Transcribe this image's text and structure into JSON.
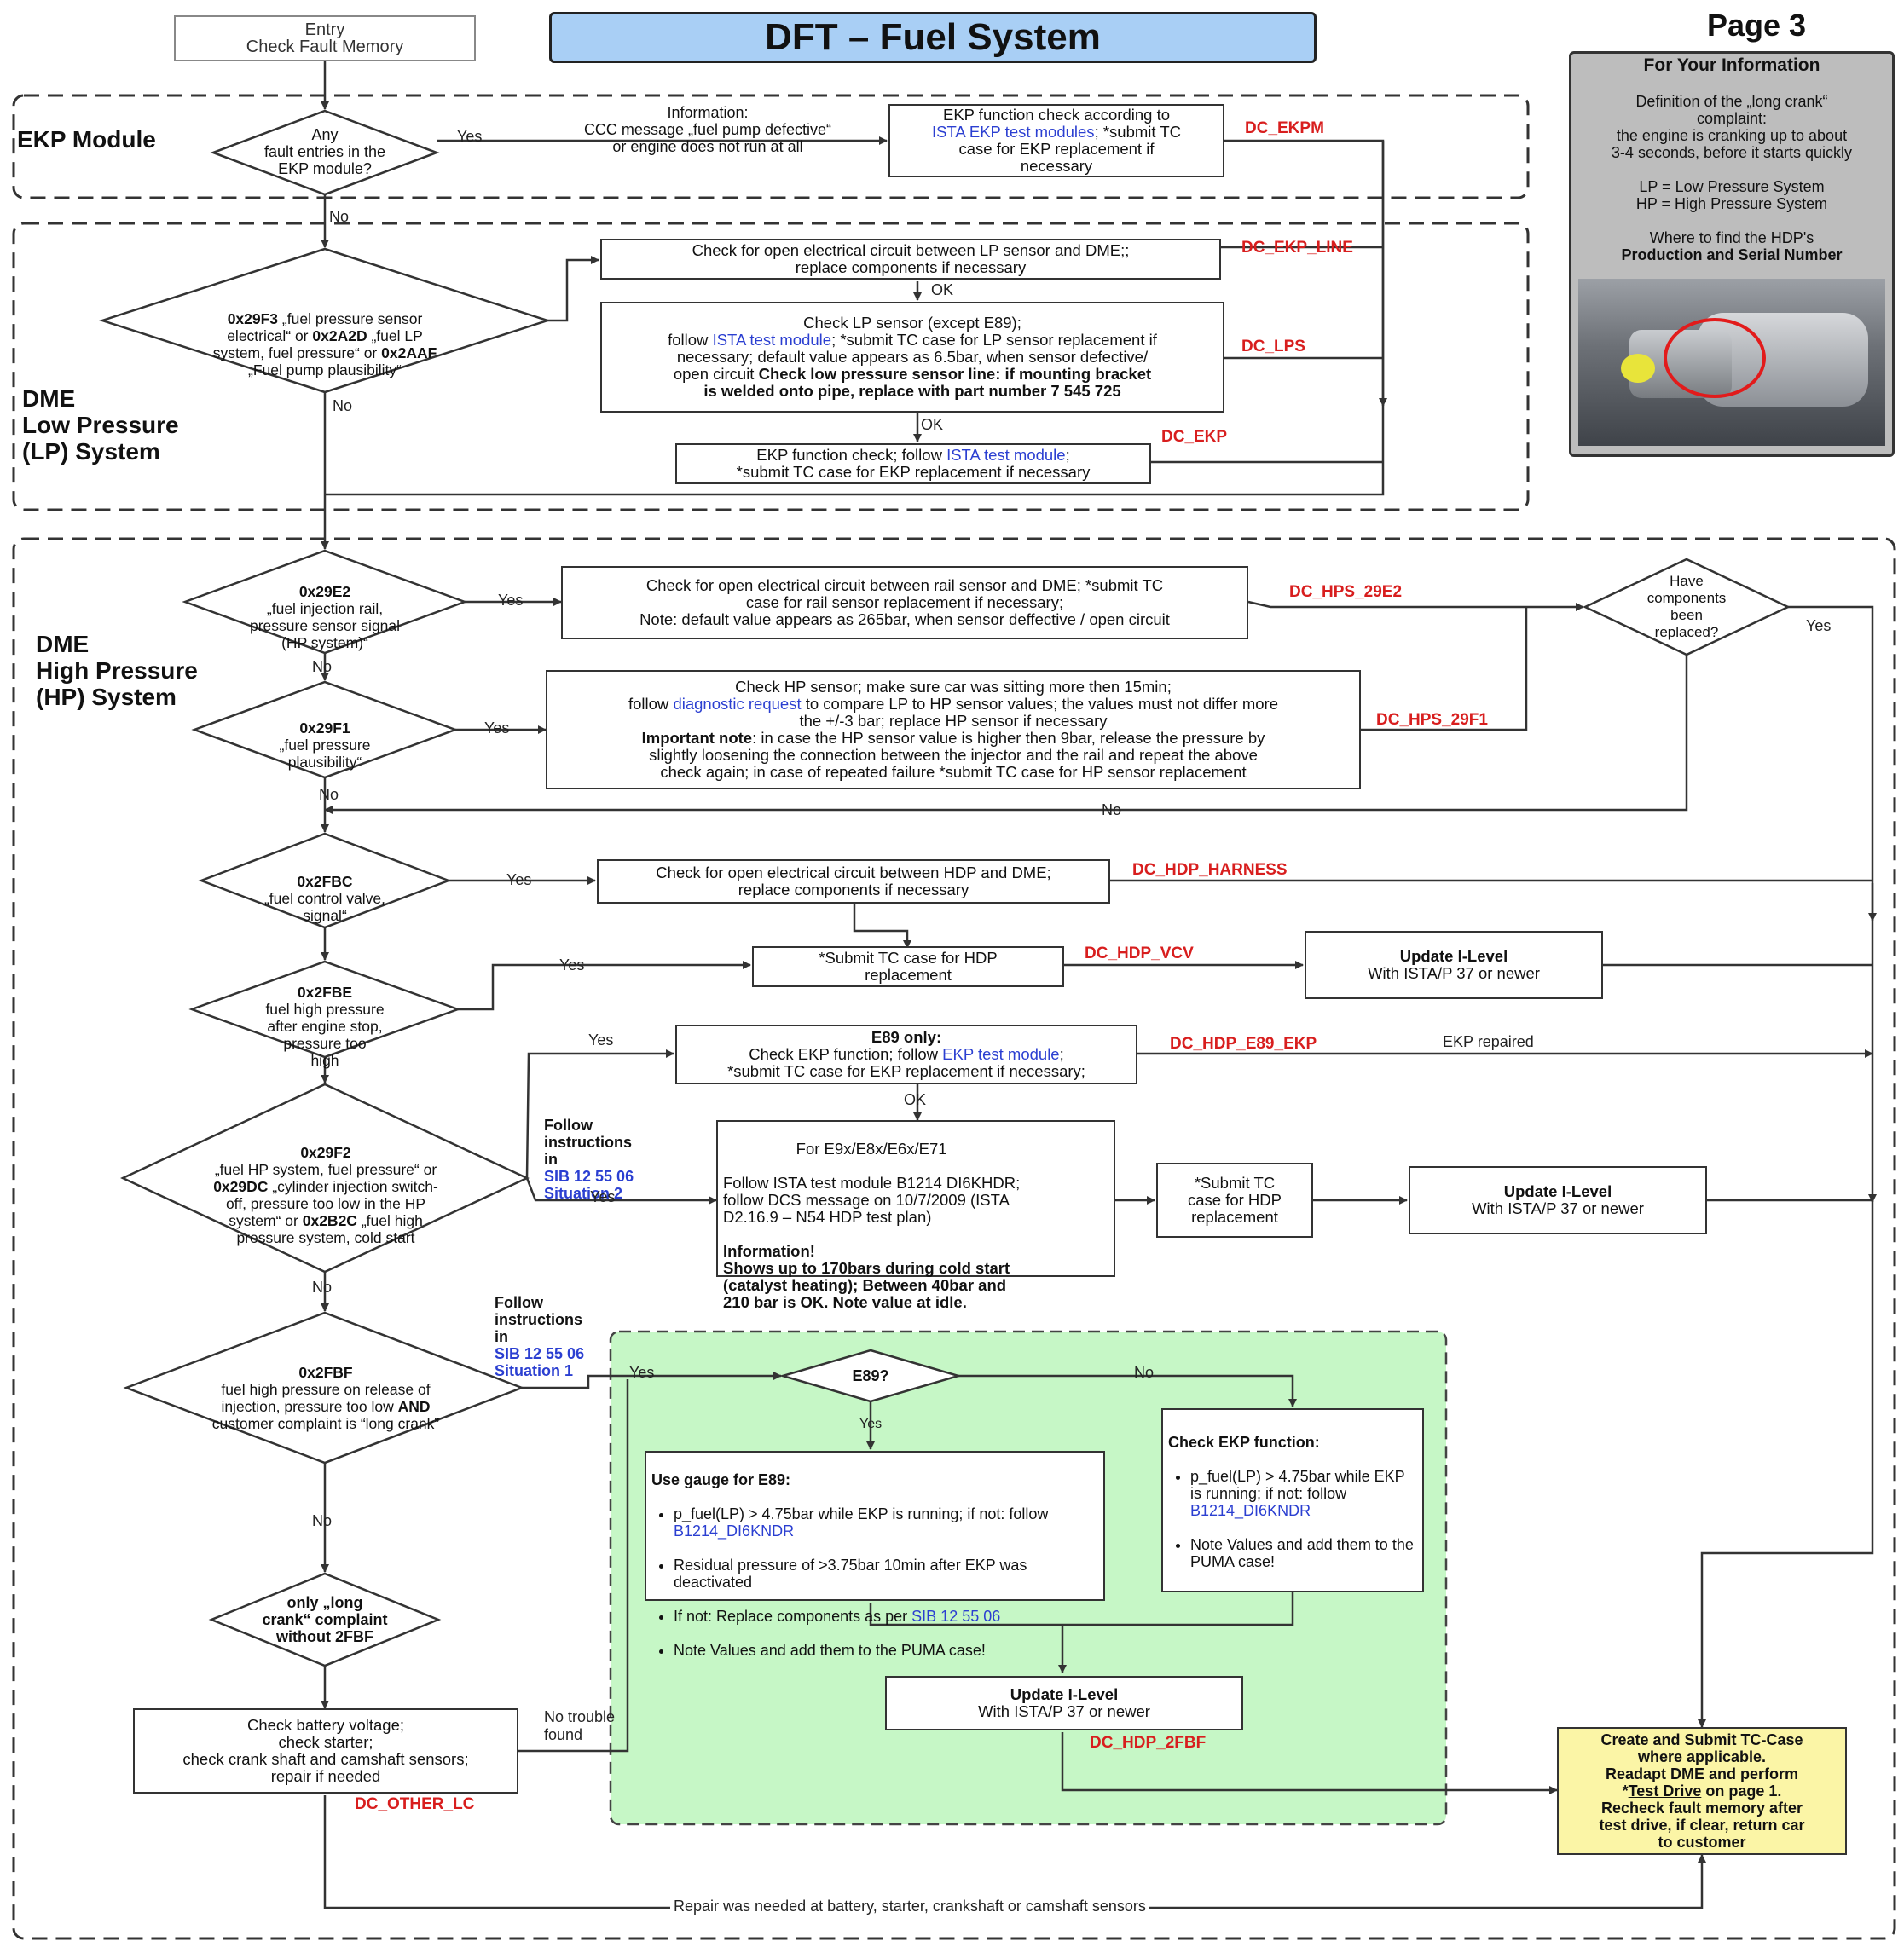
{
  "title": "DFT – Fuel System",
  "page": "Page 3",
  "entry": "Entry\nCheck Fault Memory",
  "sections": {
    "ekp": "EKP Module",
    "lp": "DME\nLow Pressure\n(LP) System",
    "hp": "DME\nHigh Pressure\n(HP) System"
  },
  "info_panel": {
    "header": "For Your Information",
    "line1": "Definition of the „long crank“\ncomplaint:\nthe engine is cranking up to about\n3-4 seconds, before it starts quickly",
    "line2": "LP = Low Pressure System\nHP = High Pressure System",
    "line3": "Where to find the HDP's",
    "line3b": "Production and Serial Number"
  },
  "decisions": {
    "d_ekp": "Any\nfault entries in the\nEKP module?",
    "d_lp_code": "0x29F3",
    "d_lp": " „fuel pressure sensor\nelectrical“ or ",
    "d_lp_code2": "0x2A2D",
    "d_lp2": " „fuel LP\nsystem, fuel pressure“ or ",
    "d_lp_code3": "0x2AAF",
    "d_lp3": "\n„Fuel pump plausibility“",
    "d_29e2_code": "0x29E2",
    "d_29e2": "„fuel injection rail,\npressure sensor signal\n(HP system)“",
    "d_29f1_code": "0x29F1",
    "d_29f1": "„fuel pressure\nplausibility“",
    "d_2fbc_code": "0x2FBC",
    "d_2fbc": "„fuel control valve,\nsignal“",
    "d_2fbe_code": "0x2FBE",
    "d_2fbe": "fuel high pressure\nafter engine stop,\npressure too\nhigh",
    "d_29f2_code": "0x29F2",
    "d_29f2a": "„fuel HP system, fuel pressure“ or",
    "d_29f2_code2": "0x29DC",
    "d_29f2b": " „cylinder injection switch-\noff, pressure too low in the HP\nsystem“ or ",
    "d_29f2_code3": "0x2B2C",
    "d_29f2c": " „fuel high\npressure system, cold start",
    "d_2fbf_code": "0x2FBF",
    "d_2fbf": "fuel high pressure on release of\ninjection, pressure too low ",
    "d_2fbf_and": "AND",
    "d_2fbf2": "\ncustomer complaint is “long crank”",
    "d_long": "only „long\ncrank“ complaint\nwithout 2FBF",
    "d_replaced": "Have\ncomponents\nbeen\nreplaced?",
    "d_e89": "E89?"
  },
  "boxes": {
    "info_ccc": "Information:\nCCC message „fuel pump defective“\nor engine does not run at all",
    "ekp_check_a": "EKP function check according to\n",
    "ekp_check_link": "ISTA EKP test modules",
    "ekp_check_b": "; *submit TC\ncase for EKP replacement if\nnecessary",
    "lp_line": "Check for open electrical circuit between LP sensor and DME;;\nreplace components if necessary",
    "lps_a": "Check LP sensor (except E89);\nfollow ",
    "lps_link": "ISTA test module",
    "lps_b": "; *submit TC case for LP sensor replacement if\nnecessary; default value appears as 6.5bar, when sensor defective/\nopen circuit  ",
    "lps_bold": "Check low pressure sensor line: if mounting bracket\nis welded onto pipe, replace with part number 7 545 725",
    "ekp_fc_a": "EKP function check; follow ",
    "ekp_fc_link": "ISTA test module",
    "ekp_fc_b": ";\n*submit TC case for EKP replacement if necessary",
    "hps_29e2": "Check for open electrical circuit between rail sensor and DME; *submit TC\ncase for rail sensor replacement if necessary;\nNote: default value appears as 265bar, when sensor deffective / open circuit",
    "hps_29f1_a": "Check HP sensor; make sure car was sitting more then 15min;\nfollow ",
    "hps_29f1_link": "diagnostic request",
    "hps_29f1_b": " to compare LP to HP sensor values; the values must not differ more\nthe +/-3 bar; replace HP sensor if necessary\n",
    "hps_29f1_imp": "Important note",
    "hps_29f1_c": ": in case the HP sensor value is higher then 9bar, release the pressure by\nslightly loosening the connection between the injector and the rail and repeat the above\ncheck again; in case of repeated failure *submit TC case for HP sensor replacement",
    "hdp_harness": "Check for open electrical circuit between HDP and DME;\nreplace components if necessary",
    "hdp_tc": "*Submit TC case for HDP\nreplacement",
    "update1_title": "Update I-Level",
    "update1": "With ISTA/P 37 or newer",
    "e89only_title": "E89 only:",
    "e89only_a": "\nCheck EKP function; follow ",
    "e89only_link": "EKP test module",
    "e89only_b": ";\n*submit TC case for EKP replacement if necessary;",
    "e9x_title": "For E9x/E8x/E6x/E71",
    "e9x_body": "Follow ISTA test module B1214 DI6KHDR;\nfollow DCS message on 10/7/2009 (ISTA\nD2.16.9 – N54 HDP test plan)",
    "e9x_info": "Information!\nShows up to 170bars during cold start\n(catalyst heating); Between 40bar and\n210 bar is OK. Note value at idle.",
    "tc_hdp2": "*Submit TC\ncase for HDP\nreplacement",
    "update2_title": "Update I-Level",
    "update2": "With ISTA/P 37 or newer",
    "gauge_title": "Use gauge for E89:",
    "gauge_1a": "p_fuel(LP) > 4.75bar while EKP is running; if not: follow ",
    "gauge_1link": "B1214_DI6KNDR",
    "gauge_2": "Residual pressure of >3.75bar 10min after EKP was deactivated",
    "gauge_3a": "If not: Replace components as per ",
    "gauge_3link": "SIB 12 55 06",
    "gauge_4": "Note Values and add them to the PUMA case!",
    "ekpfn_title": "Check EKP function:",
    "ekpfn_1a": "p_fuel(LP) > 4.75bar while EKP is running; if not: follow ",
    "ekpfn_1link": "B1214_DI6KNDR",
    "ekpfn_2": "Note Values and add them to the PUMA case!",
    "update3_title": "Update I-Level",
    "update3": "With ISTA/P 37 or newer",
    "battery": "Check battery voltage;\ncheck starter;\ncheck crank shaft and camshaft sensors;\nrepair if needed",
    "final_a": "Create and Submit TC-Case\nwhere applicable.\nReadapt DME and perform\n*",
    "final_link": "Test Drive",
    "final_b": " on page 1.\nRecheck fault memory after\ntest drive, if clear, return car\nto customer",
    "follow1": "Follow\ninstructions\nin",
    "follow1_link": "SIB 12 55 06\nSituation 2",
    "follow2": "Follow\ninstructions\nin",
    "follow2_link": "SIB 12 55 06\nSituation 1"
  },
  "codes": {
    "ekpm": "DC_EKPM",
    "ekp_line": "DC_EKP_LINE",
    "lps": "DC_LPS",
    "ekp": "DC_EKP",
    "hps_29e2": "DC_HPS_29E2",
    "hps_29f1": "DC_HPS_29F1",
    "hdp_harness": "DC_HDP_HARNESS",
    "hdp_vcv": "DC_HDP_VCV",
    "hdp_e89_ekp": "DC_HDP_E89_EKP",
    "hdp_2fbf": "DC_HDP_2FBF",
    "other_lc": "DC_OTHER_LC"
  },
  "edges": {
    "yes": "Yes",
    "no": "No",
    "ok": "OK",
    "ekp_repaired": "EKP repaired",
    "no_trouble": "No trouble\nfound",
    "repair_needed": "Repair was needed at battery, starter, crankshaft or camshaft sensors"
  },
  "colors": {
    "title_fill": "#a9cff5",
    "panel_fill": "#c6f7c6",
    "final_fill": "#fbf5a6",
    "code_red": "#d81e1e",
    "link_blue": "#2b3fd1"
  }
}
